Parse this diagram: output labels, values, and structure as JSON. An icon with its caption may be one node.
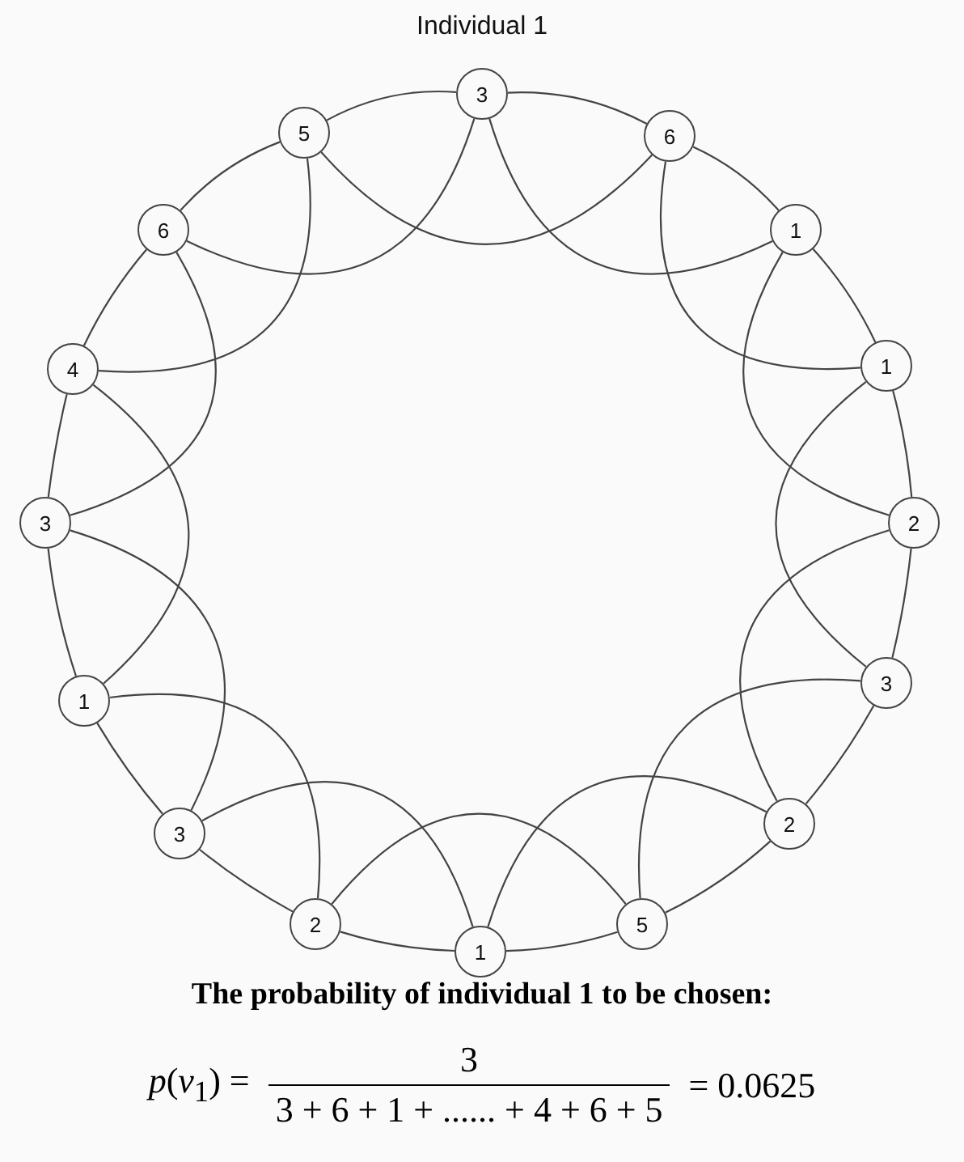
{
  "diagram": {
    "title": "Individual 1",
    "nodes": [
      {
        "text": [
          "3"
        ]
      },
      {
        "text": [
          "6"
        ]
      },
      {
        "text": [
          "1"
        ]
      },
      {
        "text": [
          "1"
        ]
      },
      {
        "text": [
          "2"
        ]
      },
      {
        "text": [
          "3"
        ]
      },
      {
        "text": [
          "2"
        ]
      },
      {
        "text": [
          "5"
        ]
      },
      {
        "text": [
          "1"
        ]
      },
      {
        "text": [
          "2"
        ]
      },
      {
        "text": [
          "3"
        ]
      },
      {
        "text": [
          "1"
        ]
      },
      {
        "text": [
          "3"
        ]
      },
      {
        "text": [
          "4"
        ]
      },
      {
        "text": [
          "6"
        ]
      },
      {
        "text": [
          "5"
        ]
      }
    ],
    "edges": [
      {
        "from": 0,
        "to": 1,
        "arrow": "none"
      },
      {
        "from": 1,
        "to": 2,
        "arrow": "none"
      },
      {
        "from": 2,
        "to": 3,
        "arrow": "none"
      },
      {
        "from": 3,
        "to": 4,
        "arrow": "none"
      },
      {
        "from": 4,
        "to": 5,
        "arrow": "none"
      },
      {
        "from": 5,
        "to": 6,
        "arrow": "none"
      },
      {
        "from": 6,
        "to": 7,
        "arrow": "none"
      },
      {
        "from": 7,
        "to": 8,
        "arrow": "none"
      },
      {
        "from": 8,
        "to": 9,
        "arrow": "none"
      },
      {
        "from": 9,
        "to": 10,
        "arrow": "none"
      },
      {
        "from": 10,
        "to": 11,
        "arrow": "none"
      },
      {
        "from": 11,
        "to": 12,
        "arrow": "none"
      },
      {
        "from": 12,
        "to": 13,
        "arrow": "none"
      },
      {
        "from": 13,
        "to": 14,
        "arrow": "none"
      },
      {
        "from": 14,
        "to": 15,
        "arrow": "none"
      },
      {
        "from": 15,
        "to": 0,
        "arrow": "none"
      },
      {
        "from": 0,
        "to": 2,
        "arrow": "none"
      },
      {
        "from": 1,
        "to": 3,
        "arrow": "none"
      },
      {
        "from": 2,
        "to": 4,
        "arrow": "none"
      },
      {
        "from": 3,
        "to": 5,
        "arrow": "none"
      },
      {
        "from": 4,
        "to": 6,
        "arrow": "none"
      },
      {
        "from": 5,
        "to": 7,
        "arrow": "none"
      },
      {
        "from": 6,
        "to": 8,
        "arrow": "none"
      },
      {
        "from": 7,
        "to": 9,
        "arrow": "none"
      },
      {
        "from": 8,
        "to": 10,
        "arrow": "none"
      },
      {
        "from": 9,
        "to": 11,
        "arrow": "none"
      },
      {
        "from": 10,
        "to": 12,
        "arrow": "none"
      },
      {
        "from": 11,
        "to": 13,
        "arrow": "none"
      },
      {
        "from": 12,
        "to": 14,
        "arrow": "none"
      },
      {
        "from": 13,
        "to": 15,
        "arrow": "none"
      },
      {
        "from": 14,
        "to": 0,
        "arrow": "none"
      },
      {
        "from": 15,
        "to": 1,
        "arrow": "none"
      }
    ],
    "labels": [
      "The probability of individual 1 to be chosen:",
      "*p*(*v*$_{1}$) =",
      "3",
      "3 + 6 + 1 + ...... + 4 + 6 + 5",
      "= 0.0625"
    ]
  }
}
